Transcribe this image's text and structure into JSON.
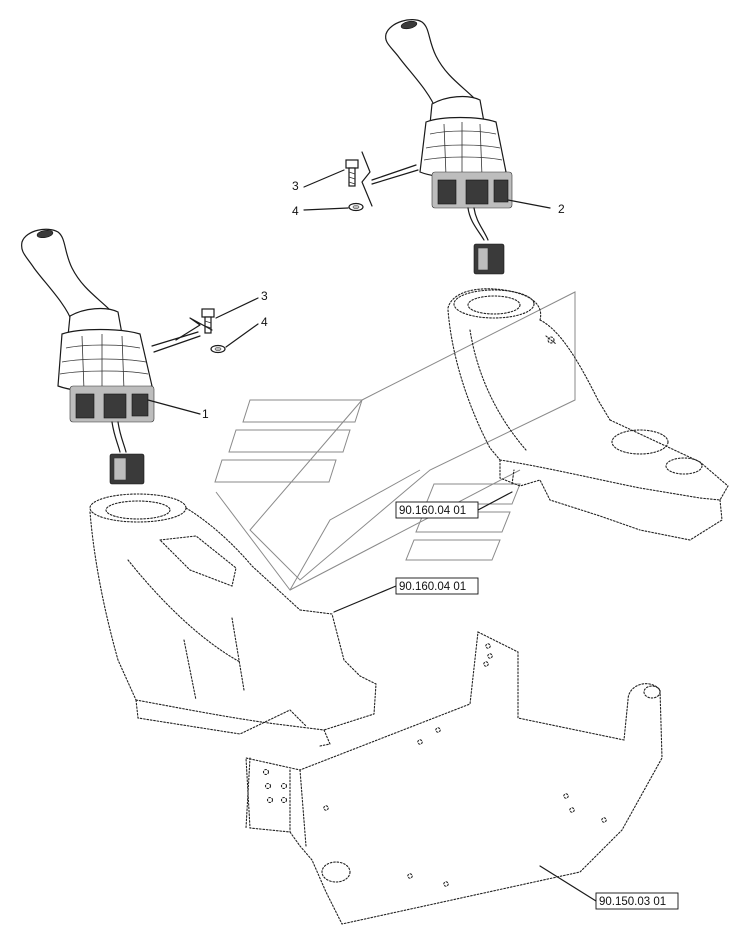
{
  "callouts": {
    "joystick_right": "2",
    "joystick_left": "1",
    "bolt_upper": "3",
    "washer_upper": "4",
    "bolt_lower": "3",
    "washer_lower": "4"
  },
  "references": {
    "ref_upper": "90.160.04 01",
    "ref_middle": "90.160.04 01",
    "ref_bottom": "90.150.03 01"
  }
}
